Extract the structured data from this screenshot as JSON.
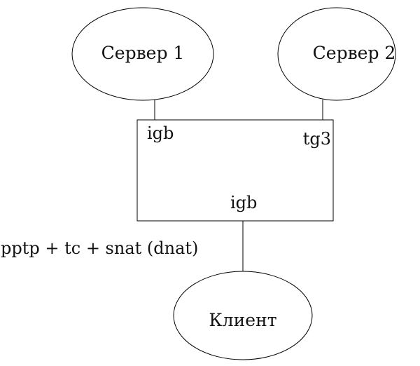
{
  "nodes": {
    "server1": {
      "label": "Сервер 1"
    },
    "server2": {
      "label": "Сервер 2"
    },
    "client": {
      "label": "Клиент"
    }
  },
  "router": {
    "ports": {
      "top_left": "igb",
      "top_right": "tg3",
      "bottom": "igb"
    },
    "note": "pptp + tc + snat (dnat)"
  },
  "colors": {
    "stroke": "#000000",
    "background": "#ffffff"
  }
}
